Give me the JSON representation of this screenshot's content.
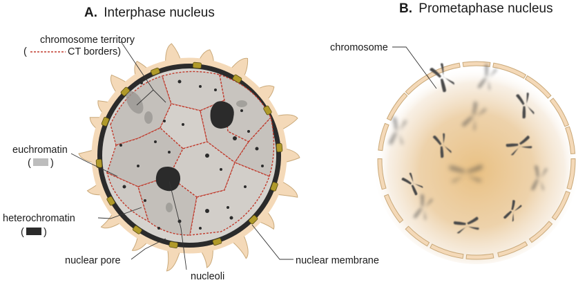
{
  "panel_a": {
    "title_prefix": "A.",
    "title_text": "Interphase nucleus",
    "labels": {
      "chromosome_territory": "chromosome territory",
      "ct_open": "(",
      "ct_borders": "CT borders)",
      "euchromatin": "euchromatin",
      "euchromatin_open": "(",
      "euchromatin_close": ")",
      "heterochromatin": "heterochromatin",
      "heterochromatin_open": "(",
      "heterochromatin_close": ")",
      "nuclear_pore": "nuclear pore",
      "nucleoli": "nucleoli",
      "nuclear_membrane": "nuclear membrane"
    }
  },
  "panel_b": {
    "title_prefix": "B.",
    "title_text": "Prometaphase nucleus",
    "labels": {
      "chromosome": "chromosome"
    }
  },
  "colors": {
    "membrane": "#f4d9b8",
    "membrane_stroke": "#c9a878",
    "chromatin_dark": "#2b2b2b",
    "territory": "#c9c6c1",
    "euchromatin_swatch": "#bdbdbd",
    "pore": "#b09a2a",
    "ct_border": "#c0392b",
    "prometaphase_glow": "#e2b97f",
    "chromosome": "#4a4a4a"
  }
}
